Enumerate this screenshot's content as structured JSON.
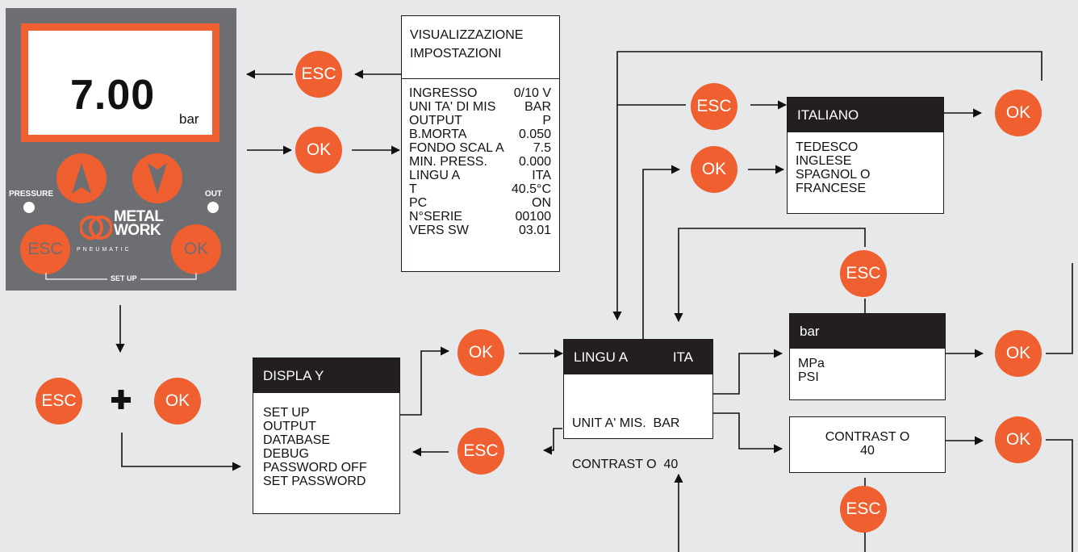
{
  "device": {
    "reading": "7.00",
    "unit": "bar",
    "pressure_label": "PRESSURE",
    "out_label": "OUT",
    "esc_label": "ESC",
    "ok_label": "OK",
    "brand_line1": "METAL",
    "brand_line2": "WORK",
    "brand_sub": "PNEUMATIC",
    "setup_label": "SET UP"
  },
  "colors": {
    "accent": "#ef5f2f",
    "panel": "#6d6e71",
    "header": "#231f20",
    "background": "#e7e8e9"
  },
  "labels": {
    "esc": "ESC",
    "ok": "OK",
    "plus": "+"
  },
  "info_panel": {
    "title_line1": "VISUALIZZAZIONE",
    "title_line2": "IMPOSTAZIONI",
    "rows": [
      {
        "name": "INGRESSO",
        "value": "0/10 V"
      },
      {
        "name": "UNI TA' DI MIS",
        "value": "BAR"
      },
      {
        "name": "OUTPUT",
        "value": "P"
      },
      {
        "name": "B.MORTA",
        "value": "0.050"
      },
      {
        "name": "FONDO SCAL A",
        "value": "7.5"
      },
      {
        "name": "MIN. PRESS.",
        "value": "0.000"
      },
      {
        "name": "LINGU A",
        "value": "ITA"
      },
      {
        "name": "T",
        "value": "40.5°C"
      },
      {
        "name": "PC",
        "value": "ON"
      },
      {
        "name": "N°SERIE",
        "value": "00100"
      },
      {
        "name": "VERS SW",
        "value": "03.01"
      }
    ]
  },
  "language_menu": {
    "header": "ITALIANO",
    "items": [
      "TEDESCO",
      "INGLESE",
      "SPAGNOL O",
      "FRANCESE"
    ]
  },
  "display_menu": {
    "header": "DISPLA Y",
    "items": [
      "SET UP",
      "OUTPUT",
      "DATABASE",
      "DEBUG",
      "PASSWORD OFF",
      "SET PASSWORD"
    ]
  },
  "setup_menu": {
    "header_name": "LINGU A",
    "header_value": "ITA",
    "items": [
      "UNIT A' MIS.  BAR",
      "CONTRAST O  40"
    ]
  },
  "unit_menu": {
    "header": "bar",
    "items": [
      "MPa",
      "PSI"
    ]
  },
  "contrast_menu": {
    "line1": "CONTRAST O",
    "line2": "40"
  }
}
